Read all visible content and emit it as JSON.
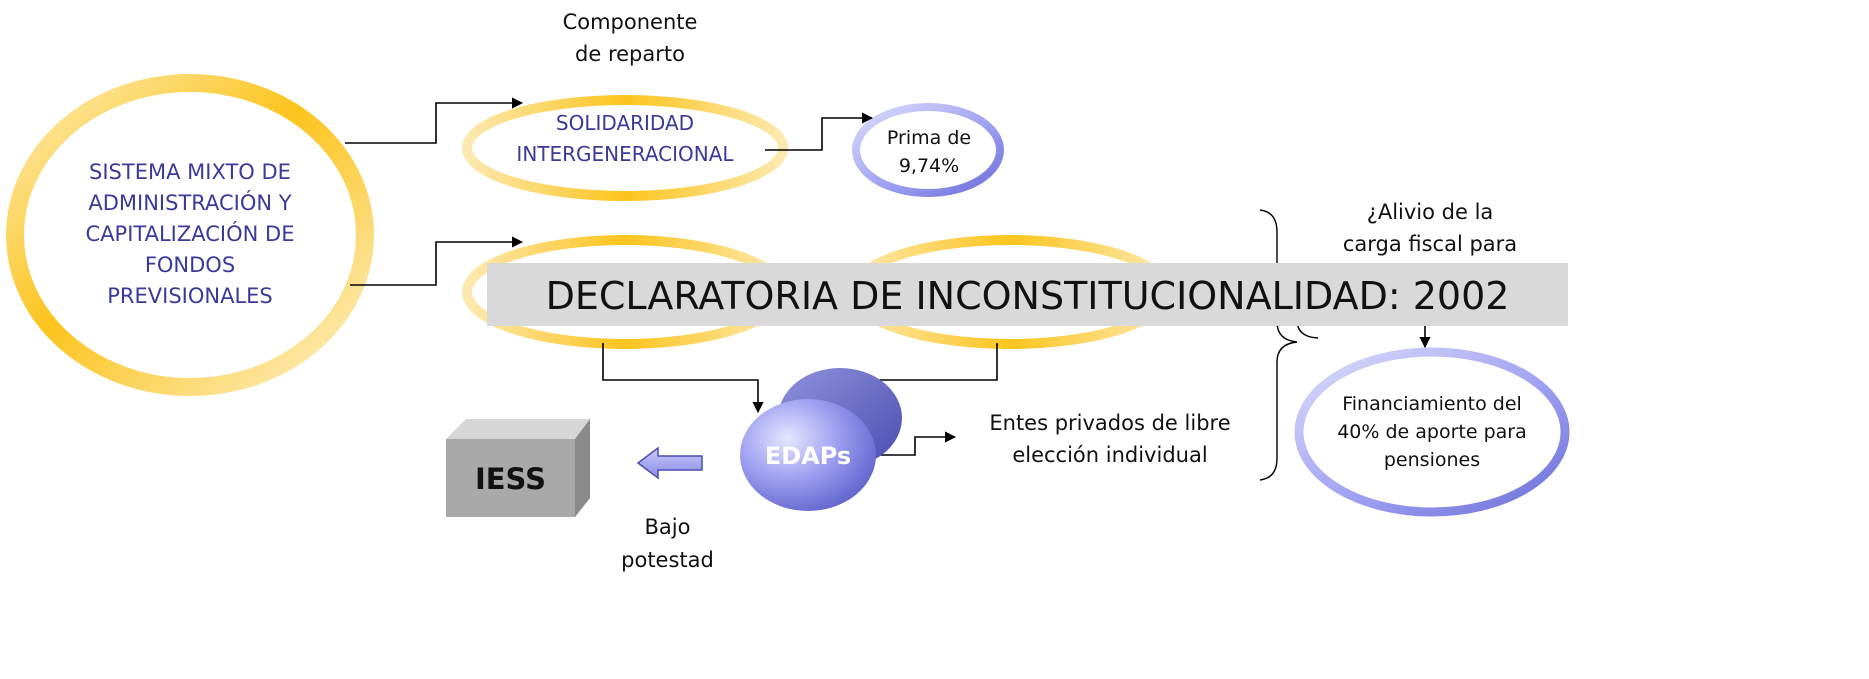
{
  "main_system": {
    "lines": [
      "SISTEMA MIXTO DE",
      "ADMINISTRACIÓN Y",
      "CAPITALIZACIÓN DE",
      "FONDOS",
      "PREVISIONALES"
    ]
  },
  "component_label": {
    "lines": [
      "Componente",
      "de reparto"
    ]
  },
  "solidarity": {
    "lines": [
      "SOLIDARIDAD",
      "INTERGENERACIONAL"
    ]
  },
  "premium": {
    "lines": [
      "Prima de",
      "9,74%"
    ]
  },
  "banner": {
    "text": "DECLARATORIA DE INCONSTITUCIONALIDAD: 2002"
  },
  "fiscal_relief": {
    "lines": [
      "¿Alivio de la",
      "carga fiscal para"
    ]
  },
  "financing": {
    "lines": [
      "Financiamiento del",
      "40% de aporte para",
      "pensiones"
    ]
  },
  "edaps": {
    "label": "EDAPs"
  },
  "private_entities": {
    "lines": [
      "Entes privados de libre",
      "elección individual"
    ]
  },
  "iess": {
    "label": "IESS"
  },
  "under_authority": {
    "lines": [
      "Bajo",
      "potestad"
    ]
  },
  "colors": {
    "gold": "#fcc41c",
    "lavender": "#9a9cf0",
    "banner": "#d9d9d9",
    "text_blue": "#3a3a9a"
  }
}
